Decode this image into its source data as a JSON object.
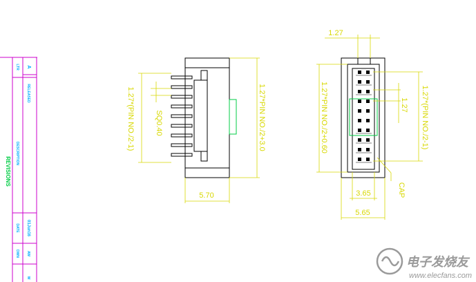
{
  "revisions": {
    "title": "REVISIONS",
    "col_ltr": "LTR",
    "col_description": "DESCRIPTION",
    "col_date": "DATE",
    "col_dwn": "DWN",
    "row_ltr": "A",
    "row_description": "RELEASED",
    "row_date": "01Jun16",
    "row_dwn": "AW",
    "row_extra": "W"
  },
  "side_view": {
    "pitch_label": "1.27*(PIN NO./2-1)",
    "pin_pitch_label": "SQ0.40",
    "height_label": "1.27*PIN NO./2+3.0",
    "width_label": "5.70"
  },
  "front_view": {
    "top_pitch_label": "1.27",
    "body_height_label": "1.27*PIN NO./2+0.60",
    "right_pitch_label": "1.27*(PIN NO./2-1)",
    "row_pitch_label": "1.27",
    "cap_label": "CAP",
    "inner_width_label": "3.65",
    "outer_width_label": "5.65"
  },
  "watermark": {
    "brand": "电子发烧友",
    "url": "www.elecfans.com"
  },
  "colors": {
    "outline": "#000000",
    "dimension": "#d8d800",
    "border": "#cc00cc",
    "highlight": "#00cc44",
    "revision_text": "#00aaff"
  }
}
